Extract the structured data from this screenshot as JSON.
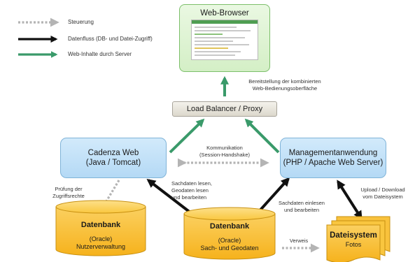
{
  "legend": {
    "control": "Steuerung",
    "dataflow": "Datenfluss (DB- und Datei-Zugriff)",
    "webcontent": "Web-Inhalte durch Server"
  },
  "browser": {
    "title": "Web-Browser"
  },
  "provision_label": [
    "Bereitstellung der kombinierten",
    "Web-Bedienungsoberfläche"
  ],
  "load_balancer": "Load Balancer / Proxy",
  "cadenza": {
    "line1": "Cadenza Web",
    "line2": "(Java / Tomcat)"
  },
  "management": {
    "line1": "Managementanwendung",
    "line2": "(PHP / Apache Web Server)"
  },
  "communication": [
    "Kommunikation",
    "(Session-Handshake)"
  ],
  "permission_check": [
    "Prüfung der",
    "Zugriffsrechte"
  ],
  "read_edit": [
    "Sachdaten lesen,",
    "Geodaten lesen",
    "und bearbeiten"
  ],
  "read_write": [
    "Sachdaten einlesen",
    "und bearbeiten"
  ],
  "upload_download": [
    "Upload / Download",
    "vom Dateisystem"
  ],
  "reference": "Verweis",
  "db_users": {
    "title": "Datenbank",
    "line1": "(Oracle)",
    "line2": "Nutzerverwaltung"
  },
  "db_data": {
    "title": "Datenbank",
    "line1": "(Oracle)",
    "line2": "Sach- und Geodaten"
  },
  "filesystem": {
    "title": "Dateisystem",
    "line1": "Fotos"
  },
  "colors": {
    "control_arrow": "#b4b4b4",
    "dataflow_arrow": "#111111",
    "webcontent_arrow": "#3a9a6a",
    "app_box": "#c4e2f8",
    "browser_box": "#dff2d4",
    "db_fill": "#f9c23c"
  }
}
